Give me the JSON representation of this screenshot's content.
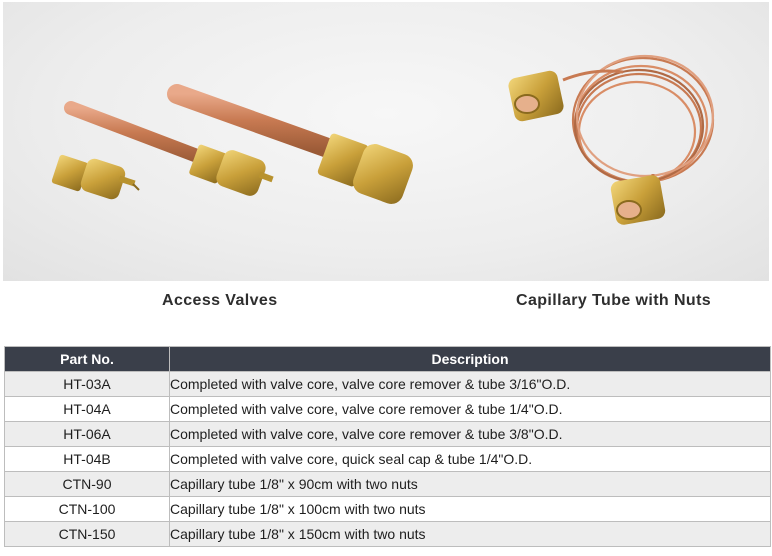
{
  "captions": {
    "left": "Access Valves",
    "right": "Capillary Tube with Nuts"
  },
  "table": {
    "headers": [
      "Part No.",
      "Description"
    ],
    "rows": [
      {
        "part": "HT-03A",
        "description": "Completed with valve core, valve core remover & tube 3/16\"O.D."
      },
      {
        "part": "HT-04A",
        "description": "Completed with valve core, valve core remover & tube 1/4\"O.D."
      },
      {
        "part": "HT-06A",
        "description": "Completed with valve core, valve core remover & tube 3/8\"O.D."
      },
      {
        "part": "HT-04B",
        "description": "Completed with valve core, quick seal cap & tube 1/4\"O.D."
      },
      {
        "part": "CTN-90",
        "description": "Capillary tube 1/8\" x 90cm with two nuts"
      },
      {
        "part": "CTN-100",
        "description": "Capillary tube 1/8\" x 100cm with two nuts"
      },
      {
        "part": "CTN-150",
        "description": "Capillary tube 1/8\" x 150cm with two nuts"
      }
    ]
  },
  "colors": {
    "header_bg": "#3a3f4a",
    "copper": "#c87a52",
    "brass": "#c9a03a"
  }
}
